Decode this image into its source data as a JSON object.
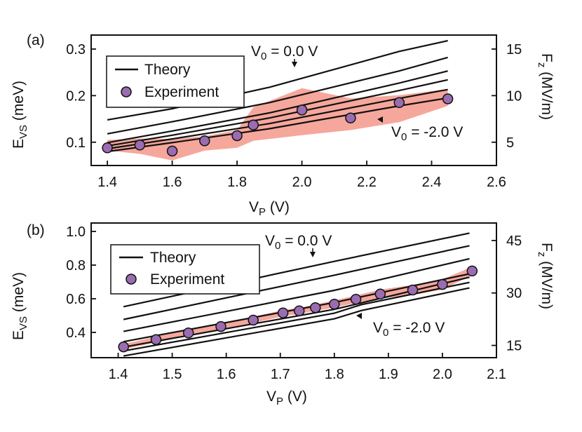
{
  "chart_data": [
    {
      "panel_label": "(a)",
      "type": "line",
      "xlabel": "V",
      "xlabel_sub": "P",
      "xlabel_unit": " (V)",
      "ylabel": "E",
      "ylabel_sub": "VS",
      "ylabel_unit": " (meV)",
      "y2label": "F",
      "y2label_sub": "z",
      "y2label_unit": " (MV/m)",
      "xlim": [
        1.35,
        2.6
      ],
      "ylim": [
        0.05,
        0.33
      ],
      "y2lim": [
        2.5,
        16.5
      ],
      "xticks": [
        "1.4",
        "1.6",
        "1.8",
        "2.0",
        "2.2",
        "2.4",
        "2.6"
      ],
      "yticks": [
        "0.1",
        "0.2",
        "0.3"
      ],
      "y2ticks": [
        "5",
        "10",
        "15"
      ],
      "grid": false,
      "legend": {
        "position": "top-left",
        "entries": [
          {
            "label": "Theory",
            "marker": "line"
          },
          {
            "label": "Experiment",
            "marker": "circle"
          }
        ]
      },
      "annotations": [
        {
          "text": "V",
          "sub": "0",
          "rest": " = 0.0 V"
        },
        {
          "text": "V",
          "sub": "0",
          "rest": " = -2.0 V"
        }
      ],
      "series": [
        {
          "role": "theory",
          "x": [
            1.4,
            1.6,
            1.9,
            2.3,
            2.45
          ],
          "y": [
            0.148,
            0.172,
            0.218,
            0.295,
            0.318
          ]
        },
        {
          "role": "theory",
          "x": [
            1.4,
            1.6,
            1.9,
            2.3,
            2.45
          ],
          "y": [
            0.118,
            0.144,
            0.185,
            0.253,
            0.282
          ]
        },
        {
          "role": "theory",
          "x": [
            1.4,
            1.6,
            1.9,
            2.3,
            2.45
          ],
          "y": [
            0.099,
            0.124,
            0.163,
            0.227,
            0.253
          ]
        },
        {
          "role": "theory",
          "x": [
            1.4,
            1.6,
            1.9,
            2.3,
            2.45
          ],
          "y": [
            0.092,
            0.115,
            0.152,
            0.211,
            0.234
          ]
        },
        {
          "role": "theory",
          "x": [
            1.4,
            1.6,
            1.9,
            2.3,
            2.45
          ],
          "y": [
            0.086,
            0.107,
            0.14,
            0.194,
            0.213
          ]
        },
        {
          "role": "theory",
          "x": [
            1.4,
            1.6,
            1.9,
            2.3,
            2.45
          ],
          "y": [
            0.08,
            0.099,
            0.129,
            0.178,
            0.195
          ]
        }
      ],
      "experiment": {
        "x": [
          1.4,
          1.5,
          1.6,
          1.7,
          1.8,
          1.85,
          2.0,
          2.15,
          2.3,
          2.45
        ],
        "y": [
          0.088,
          0.094,
          0.081,
          0.103,
          0.114,
          0.137,
          0.169,
          0.152,
          0.185,
          0.193
        ]
      },
      "error_band": {
        "x": [
          1.4,
          1.5,
          1.6,
          1.7,
          1.8,
          1.85,
          2.0,
          2.15,
          2.3,
          2.45
        ],
        "upper": [
          0.105,
          0.108,
          0.107,
          0.113,
          0.126,
          0.175,
          0.216,
          0.194,
          0.201,
          0.214
        ],
        "lower": [
          0.082,
          0.075,
          0.061,
          0.082,
          0.088,
          0.103,
          0.115,
          0.126,
          0.143,
          0.178
        ]
      },
      "colors": {
        "marker_fill": "#9a6cb0",
        "band": "#f6a79c",
        "line": "#111111"
      }
    },
    {
      "panel_label": "(b)",
      "type": "line",
      "xlabel": "V",
      "xlabel_sub": "P",
      "xlabel_unit": " (V)",
      "ylabel": "E",
      "ylabel_sub": "VS",
      "ylabel_unit": " (meV)",
      "y2label": "F",
      "y2label_sub": "z",
      "y2label_unit": " (MV/m)",
      "xlim": [
        1.35,
        2.1
      ],
      "ylim": [
        0.25,
        1.05
      ],
      "y2lim": [
        11.5,
        50
      ],
      "xticks": [
        "1.4",
        "1.5",
        "1.6",
        "1.7",
        "1.8",
        "1.9",
        "2.0",
        "2.1"
      ],
      "yticks": [
        "0.4",
        "0.6",
        "0.8",
        "1.0"
      ],
      "y2ticks": [
        "15",
        "30",
        "45"
      ],
      "grid": false,
      "legend": {
        "position": "top-left",
        "entries": [
          {
            "label": "Theory",
            "marker": "line"
          },
          {
            "label": "Experiment",
            "marker": "circle"
          }
        ]
      },
      "annotations": [
        {
          "text": "V",
          "sub": "0",
          "rest": " = 0.0 V"
        },
        {
          "text": "V",
          "sub": "0",
          "rest": " = -2.0 V"
        }
      ],
      "series": [
        {
          "role": "theory",
          "x": [
            1.41,
            1.8,
            2.05
          ],
          "y": [
            0.553,
            0.822,
            0.99
          ]
        },
        {
          "role": "theory",
          "x": [
            1.41,
            1.8,
            2.05
          ],
          "y": [
            0.477,
            0.74,
            0.915
          ]
        },
        {
          "role": "theory",
          "x": [
            1.41,
            1.8,
            2.05
          ],
          "y": [
            0.406,
            0.65,
            0.838
          ]
        },
        {
          "role": "theory",
          "x": [
            1.41,
            1.8,
            2.05
          ],
          "y": [
            0.345,
            0.578,
            0.748
          ]
        },
        {
          "role": "theory",
          "x": [
            1.41,
            1.8,
            2.05
          ],
          "y": [
            0.313,
            0.537,
            0.728
          ]
        },
        {
          "role": "theory",
          "x": [
            1.41,
            1.8,
            1.85,
            2.05
          ],
          "y": [
            0.29,
            0.514,
            0.565,
            0.697
          ]
        },
        {
          "role": "theory",
          "x": [
            1.41,
            1.8,
            1.85,
            2.05
          ],
          "y": [
            0.26,
            0.481,
            0.53,
            0.664
          ]
        }
      ],
      "experiment": {
        "x": [
          1.41,
          1.47,
          1.53,
          1.59,
          1.65,
          1.705,
          1.735,
          1.765,
          1.8,
          1.84,
          1.885,
          1.945,
          2.0,
          2.055
        ],
        "y": [
          0.314,
          0.357,
          0.397,
          0.435,
          0.473,
          0.516,
          0.528,
          0.547,
          0.568,
          0.597,
          0.628,
          0.652,
          0.685,
          0.765
        ]
      },
      "error_band": {
        "x": [
          1.41,
          1.47,
          1.53,
          1.59,
          1.65,
          1.705,
          1.735,
          1.765,
          1.8,
          1.84,
          1.885,
          1.945,
          2.0,
          2.055
        ],
        "upper": [
          0.33,
          0.375,
          0.415,
          0.453,
          0.493,
          0.533,
          0.547,
          0.566,
          0.59,
          0.62,
          0.654,
          0.682,
          0.715,
          0.79
        ],
        "lower": [
          0.3,
          0.34,
          0.38,
          0.418,
          0.455,
          0.497,
          0.51,
          0.528,
          0.548,
          0.575,
          0.602,
          0.622,
          0.655,
          0.74
        ]
      },
      "colors": {
        "marker_fill": "#9a6cb0",
        "band": "#f6a79c",
        "line": "#111111"
      }
    }
  ]
}
